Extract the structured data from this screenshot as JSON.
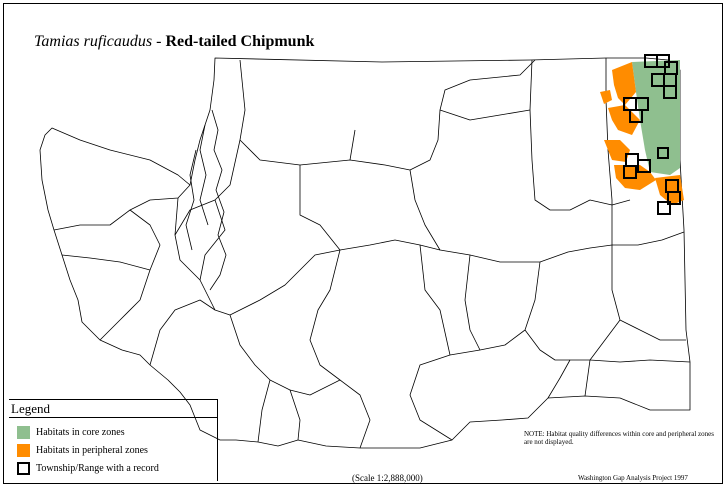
{
  "title": {
    "scientific_name": "Tamias ruficaudus",
    "separator": " - ",
    "common_name": "Red-tailed Chipmunk"
  },
  "legend": {
    "heading": "Legend",
    "items": [
      {
        "label": "Habitats in core zones",
        "color": "#8fbf8f",
        "kind": "fill"
      },
      {
        "label": "Habitats in peripheral zones",
        "color": "#ff8c00",
        "kind": "fill"
      },
      {
        "label": "Township/Range with a record",
        "color": "#000000",
        "kind": "outline"
      }
    ]
  },
  "note": "NOTE: Habitat quality differences within core and peripheral zones are not displayed.",
  "scale": "(Scale 1:2,888,000)",
  "credit": "Washington Gap Analysis Project 1997",
  "colors": {
    "core": "#8fbf8f",
    "peripheral": "#ff8c00",
    "record_outline": "#000000",
    "boundary": "#000000",
    "background": "#ffffff"
  }
}
